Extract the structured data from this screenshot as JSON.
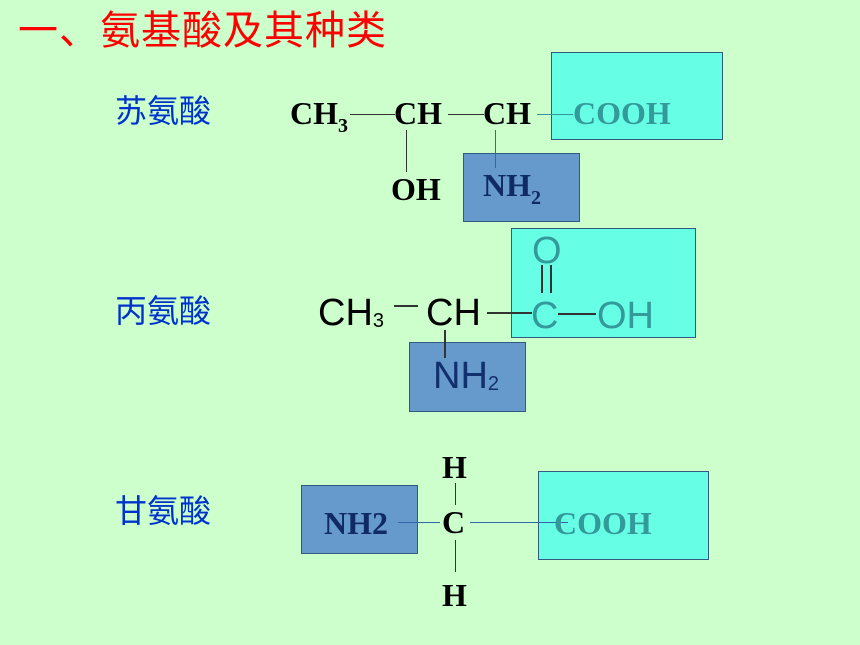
{
  "slide": {
    "background": "#CCFFCC",
    "title": "一、氨基酸及其种类",
    "title_color": "#FF0000"
  },
  "threonine": {
    "name": "苏氨酸",
    "ch3": "CH",
    "ch3_sub": "3",
    "ch_a": "CH",
    "ch_b": "CH",
    "cooh": "COOH",
    "oh": "OH",
    "nh2": "NH",
    "nh2_sub": "2"
  },
  "alanine": {
    "name": "丙氨酸",
    "ch3": "CH",
    "ch3_sub": "3",
    "ch": "CH",
    "carbonyl_o": "O",
    "c": "C",
    "oh": "OH",
    "nh2": "NH",
    "nh2_sub": "2"
  },
  "glycine": {
    "name": "甘氨酸",
    "h_top": "H",
    "h_bottom": "H",
    "c": "C",
    "nh2": "NH2",
    "cooh": "COOH"
  },
  "colors": {
    "carboxyl_box": "#66FFE6",
    "amino_box": "#6699CC",
    "name_text": "#0033CC",
    "carboxyl_text": "#339999"
  }
}
